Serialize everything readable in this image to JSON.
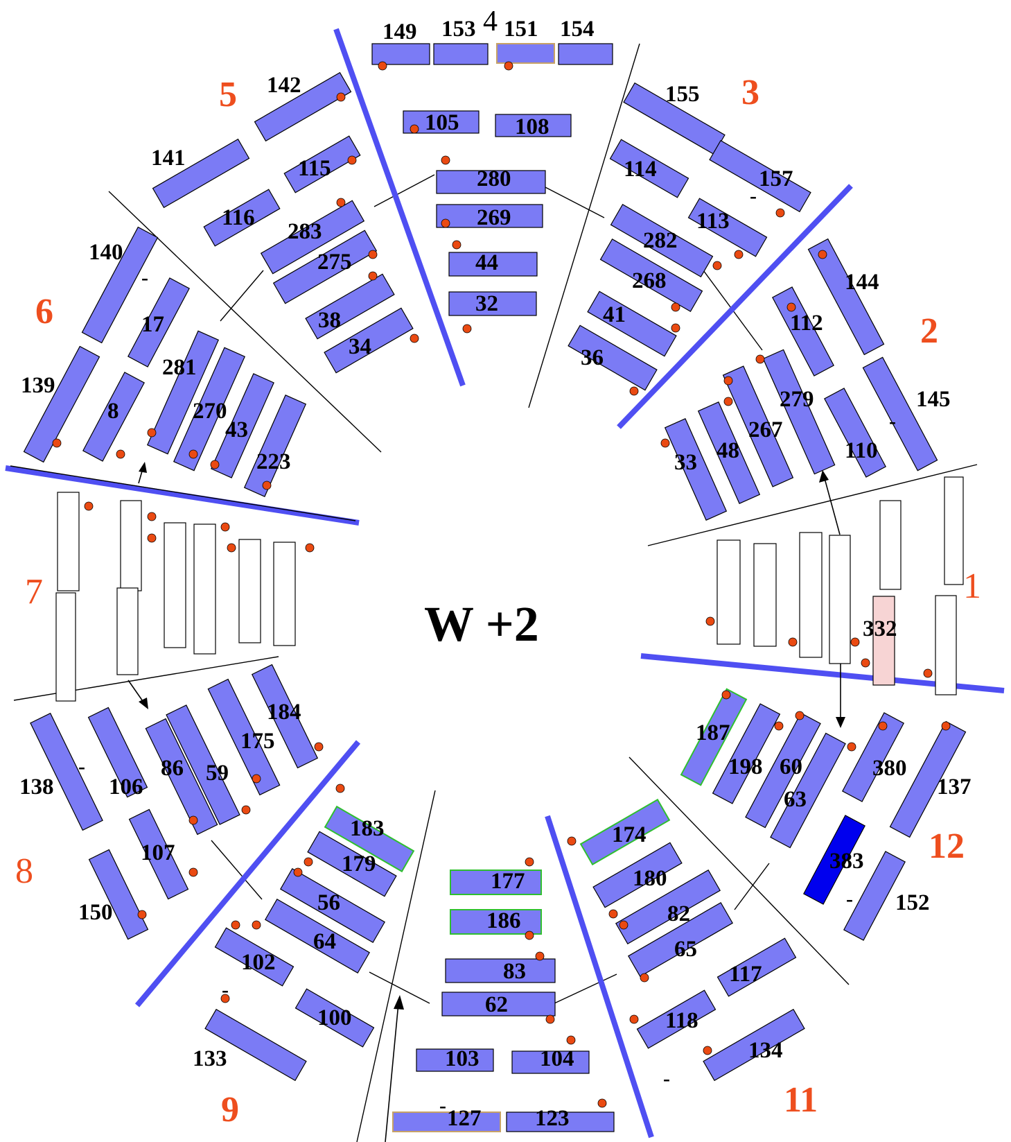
{
  "title": "W +2",
  "colors": {
    "chamber": "#7b7bf5",
    "dark_chamber": "#0000ee",
    "pink_chamber": "#f7d4d4",
    "hollow_chamber": "#ffffff",
    "boundary": "#4f4ff2",
    "dot": "#ea4a12",
    "sector_label": "#ee4e1e",
    "green_outline": "#2fbf2f"
  },
  "sectors": [
    {
      "id": "1",
      "label": "1"
    },
    {
      "id": "2",
      "label": "2"
    },
    {
      "id": "3",
      "label": "3"
    },
    {
      "id": "4",
      "label": "4"
    },
    {
      "id": "5",
      "label": "5"
    },
    {
      "id": "6",
      "label": "6"
    },
    {
      "id": "7",
      "label": "7"
    },
    {
      "id": "8",
      "label": "8"
    },
    {
      "id": "9",
      "label": "9"
    },
    {
      "id": "11",
      "label": "11"
    },
    {
      "id": "12",
      "label": "12"
    }
  ],
  "chambers": {
    "c149": "149",
    "c153": "153",
    "c151": "151",
    "c154": "154",
    "c105": "105",
    "c108": "108",
    "c280": "280",
    "c269": "269",
    "c44": "44",
    "c32": "32",
    "c142": "142",
    "c141": "141",
    "c115": "115",
    "c116": "116",
    "c283": "283",
    "c275": "275",
    "c38": "38",
    "c34": "34",
    "c155": "155",
    "c157": "157",
    "c114": "114",
    "c113": "113",
    "c282": "282",
    "c268": "268",
    "c41": "41",
    "c36": "36",
    "c144": "144",
    "c112": "112",
    "c145": "145",
    "c279": "279",
    "c267": "267",
    "c48": "48",
    "c33": "33",
    "c110": "110",
    "c140": "140",
    "c17": "17",
    "c139": "139",
    "c281": "281",
    "c8": "8",
    "c270": "270",
    "c43": "43",
    "c223": "223",
    "c332": "332",
    "c187": "187",
    "c198": "198",
    "c60": "60",
    "c63": "63",
    "c380": "380",
    "c137": "137",
    "c383": "383",
    "c152": "152",
    "c174": "174",
    "c180": "180",
    "c82": "82",
    "c65": "65",
    "c117": "117",
    "c118": "118",
    "c134": "134",
    "c177": "177",
    "c186": "186",
    "c83": "83",
    "c62": "62",
    "c103": "103",
    "c104": "104",
    "c127": "127",
    "c123": "123",
    "c183": "183",
    "c179": "179",
    "c56": "56",
    "c64": "64",
    "c102": "102",
    "c100": "100",
    "c133": "133",
    "c184": "184",
    "c175": "175",
    "c86": "86",
    "c59": "59",
    "c106": "106",
    "c138": "138",
    "c107": "107",
    "c150": "150"
  },
  "dash": "-"
}
